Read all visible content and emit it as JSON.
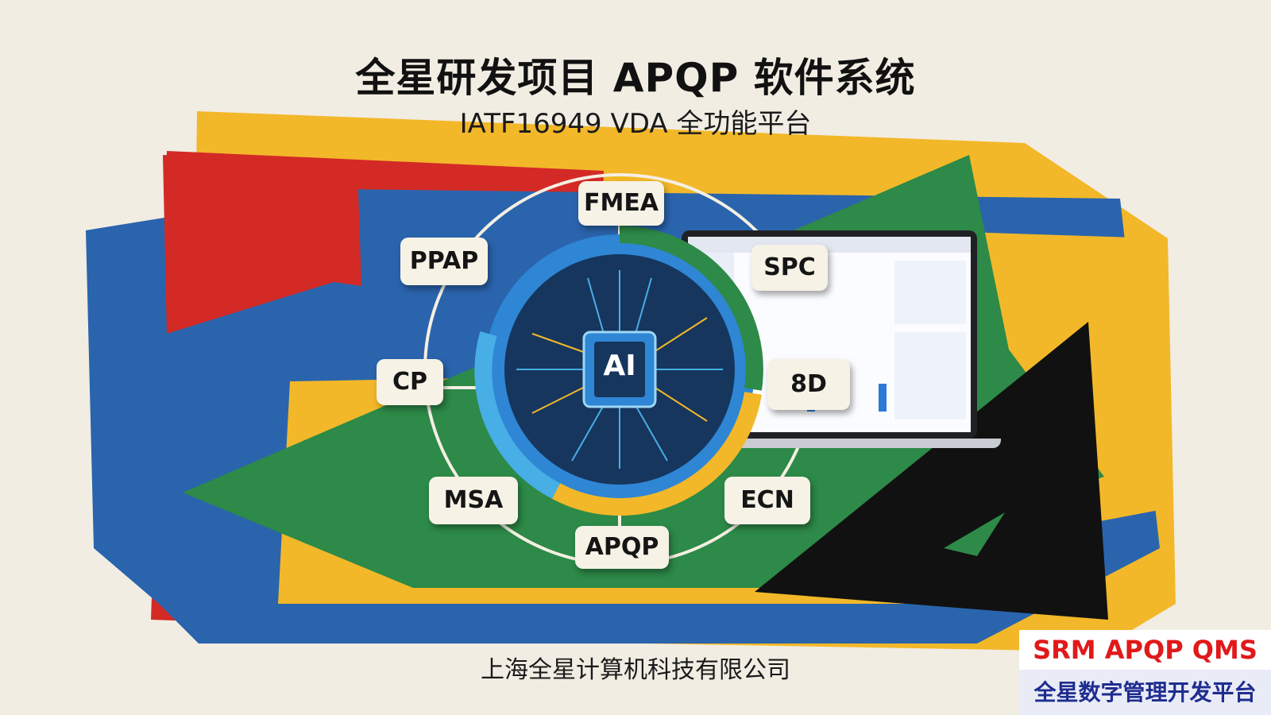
{
  "title": "全星研发项目 APQP 软件系统",
  "subtitle": "IATF16949 VDA 全功能平台",
  "company": "上海全星计算机科技有限公司",
  "center_label": "AI",
  "modules": {
    "fmea": "FMEA",
    "spc": "SPC",
    "ppap": "PPAP",
    "cp": "CP",
    "eightd": "8D",
    "msa": "MSA",
    "ecn": "ECN",
    "apqp": "APQP"
  },
  "badge": {
    "top": "SRM  APQP  QMS",
    "bottom": "全星数字管理开发平台"
  },
  "colors": {
    "red": "#d42a26",
    "blue": "#2a64ad",
    "yellow": "#f2b829",
    "green": "#2d8a48",
    "black": "#111111",
    "navy": "#16365e",
    "badge_red": "#e0191a",
    "badge_blue": "#1f2d8f"
  }
}
